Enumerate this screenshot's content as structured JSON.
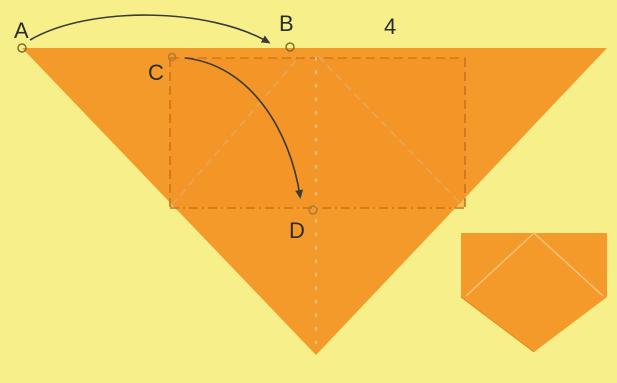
{
  "step_number": "4",
  "points": {
    "a": "A",
    "b": "B",
    "c": "C",
    "d": "D"
  },
  "colors": {
    "background": "#f7f08a",
    "paper": "#f49a2a",
    "paper_shade": "#ee8f22",
    "fold_line": "#c9721a",
    "crease_dot": "#e8c070",
    "arrow": "#3a3a3a"
  },
  "fold_moves": [
    {
      "from": "A",
      "to": "B"
    },
    {
      "from": "C",
      "to": "D"
    }
  ]
}
